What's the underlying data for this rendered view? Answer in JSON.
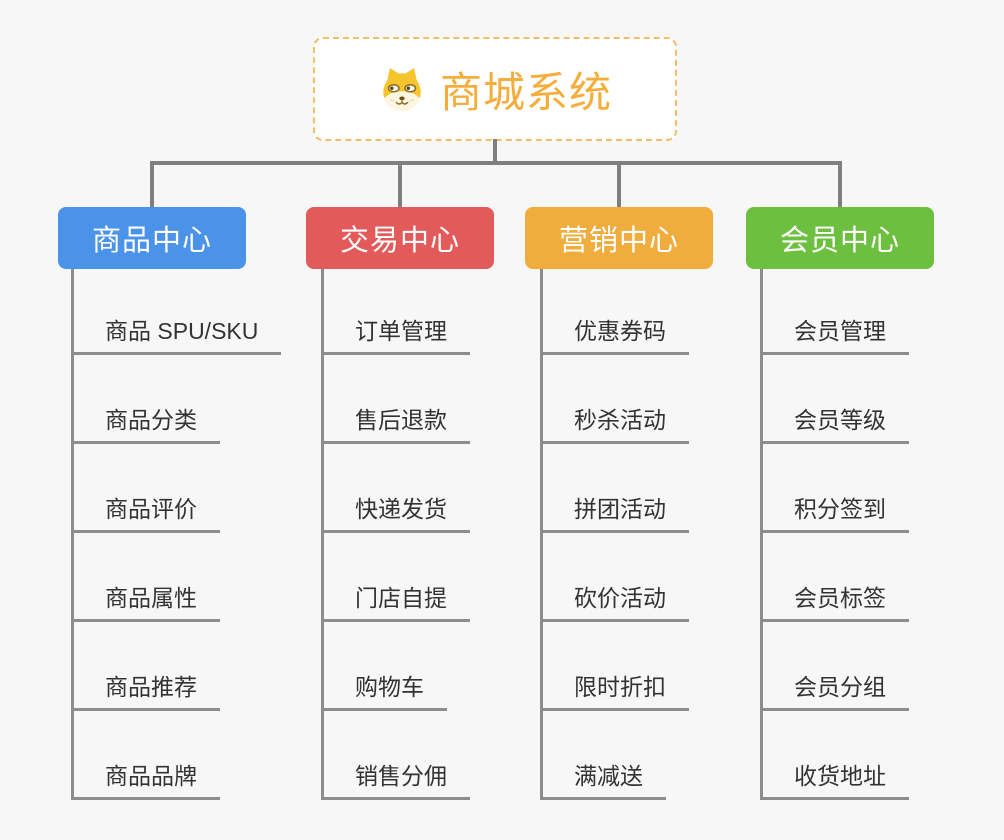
{
  "root": {
    "title": "商城系统",
    "icon": "dog-face-icon",
    "accent_color": "#F5AD3B",
    "border_color": "#F2BE68"
  },
  "connector_color": "#7F7F7F",
  "background_color": "#F7F7F7",
  "branches": [
    {
      "label": "商品中心",
      "color": "#4B93E8",
      "children": [
        "商品 SPU/SKU",
        "商品分类",
        "商品评价",
        "商品属性",
        "商品推荐",
        "商品品牌"
      ]
    },
    {
      "label": "交易中心",
      "color": "#E35A5A",
      "children": [
        "订单管理",
        "售后退款",
        "快递发货",
        "门店自提",
        "购物车",
        "销售分佣"
      ]
    },
    {
      "label": "营销中心",
      "color": "#F0AC3C",
      "children": [
        "优惠券码",
        "秒杀活动",
        "拼团活动",
        "砍价活动",
        "限时折扣",
        "满减送"
      ]
    },
    {
      "label": "会员中心",
      "color": "#6DBF3F",
      "children": [
        "会员管理",
        "会员等级",
        "积分签到",
        "会员标签",
        "会员分组",
        "收货地址"
      ]
    }
  ]
}
